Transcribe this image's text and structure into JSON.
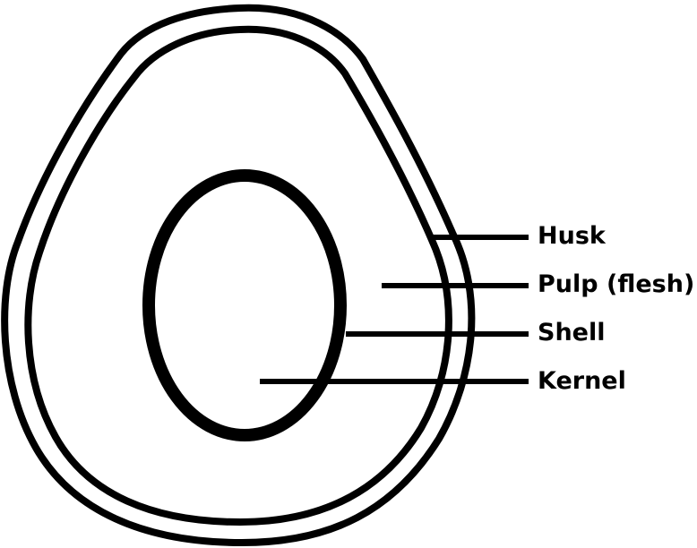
{
  "colors": {
    "stroke": "#000000",
    "background": "#ffffff"
  },
  "labels": {
    "husk": "Husk",
    "pulp": "Pulp (flesh)",
    "shell": "Shell",
    "kernel": "Kernel"
  }
}
